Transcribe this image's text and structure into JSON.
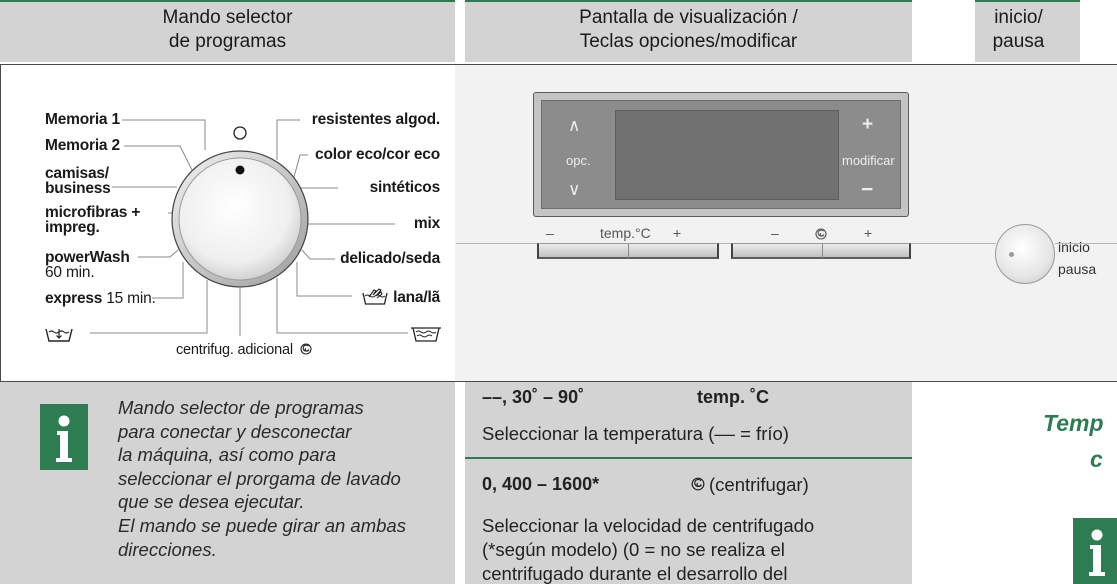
{
  "colors": {
    "accent_green": "#2e7d52",
    "header_gray": "#d3d3d3",
    "display_gray": "#8c8c8c"
  },
  "header": {
    "dial": [
      "Mando selector",
      "de programas"
    ],
    "display": [
      "Pantalla de visualización /",
      "Teclas opciones/modificar"
    ],
    "start": [
      "inicio/",
      "pausa"
    ]
  },
  "dial": {
    "left": {
      "memoria_1": "Memoria 1",
      "memoria_2": "Memoria 2",
      "camisas": [
        "camisas/",
        "business"
      ],
      "microfibras": [
        "microfibras +",
        "impreg."
      ],
      "powerwash": {
        "name": "powerWash",
        "time": "60 min."
      },
      "express": {
        "name": "express",
        "time": "15 min."
      },
      "rinse_icon": "rinse-icon"
    },
    "right": {
      "resistentes": "resistentes algod.",
      "color_eco": "color eco/cor eco",
      "sinteticos": "sintéticos",
      "mix": "mix",
      "delicado": "delicado/seda",
      "lana": {
        "icon": "hand-wash-icon",
        "label": "lana/lã"
      },
      "drain_icon": "drain-icon"
    },
    "bottom": {
      "label": "centrifug. adicional",
      "icon": "spin-icon"
    }
  },
  "display": {
    "options": {
      "up": "∧",
      "label": "opc.",
      "down": "∨"
    },
    "modify": {
      "plus": "+",
      "label": "modificar",
      "minus": "−"
    },
    "temp_keys": {
      "minus": "–",
      "label": "temp.°C",
      "plus": "+"
    },
    "spin_keys": {
      "minus": "–",
      "icon": "spin-icon",
      "plus": "+"
    }
  },
  "start_button": {
    "label": [
      "inicio",
      "pausa"
    ]
  },
  "info_dial": {
    "icon": "info-icon",
    "lines": [
      "Mando selector de programas",
      "para conectar y desconectar",
      "la máquina, así como para",
      "seleccionar el prorgama de lavado",
      "que se desea ejecutar.",
      "El mando se puede girar an ambas",
      "direcciones."
    ]
  },
  "temperature": {
    "range": "––, 30˚ – 90˚",
    "title": "temp. ˚C",
    "description": "Seleccionar la temperatura (–– = frío)"
  },
  "spin": {
    "range": "0, 400 – 1600*",
    "icon": "spin-icon",
    "title": "(centrifugar)",
    "description": [
      "Seleccionar la velocidad de centrifugado",
      "(*según modelo) (0 = no se realiza el",
      "centrifugado durante el desarrollo del"
    ]
  },
  "start_info": {
    "title": [
      "Temp",
      "c"
    ],
    "icon": "info-icon"
  }
}
